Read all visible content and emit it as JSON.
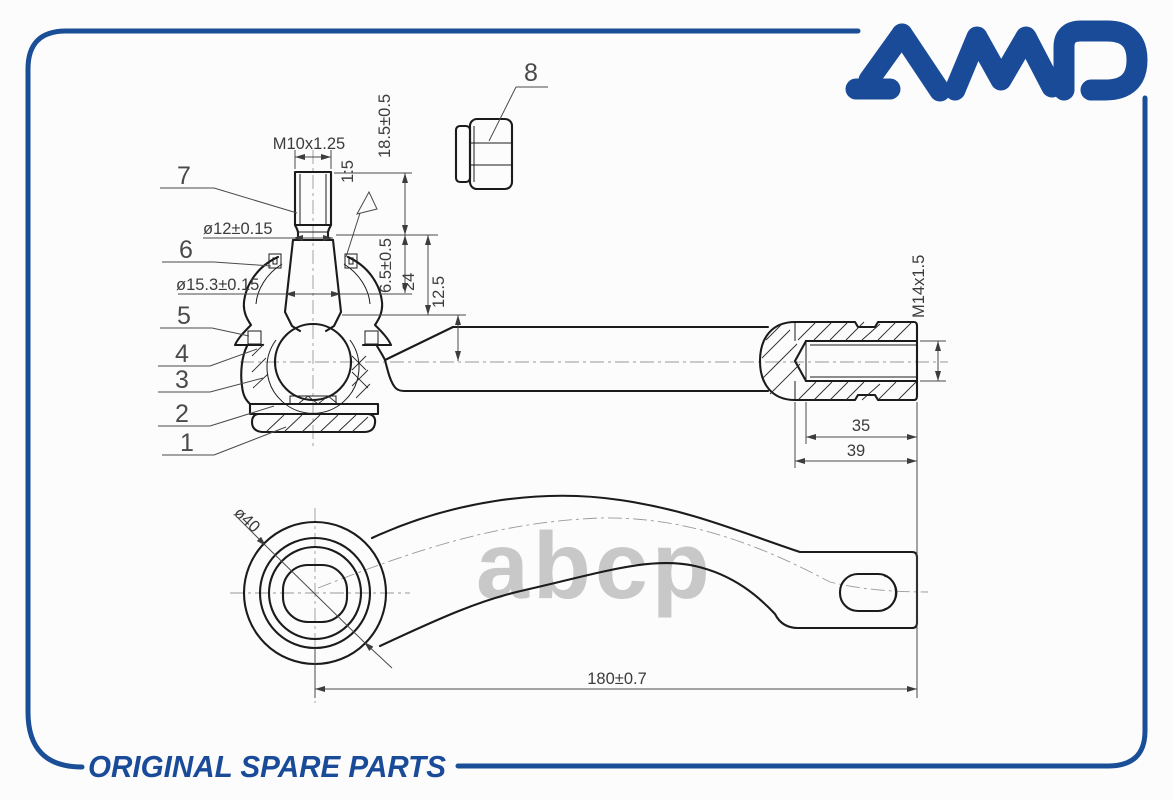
{
  "brand": {
    "logo_text": "AMD",
    "tagline": "ORIGINAL SPARE PARTS",
    "color": "#1a4b99"
  },
  "watermark": {
    "text": "abcp",
    "color": "#c8c8c8"
  },
  "part_numbers": [
    "1",
    "2",
    "3",
    "4",
    "5",
    "6",
    "7",
    "8"
  ],
  "dimensions": {
    "stud_thread": "M10x1.25",
    "thread_length": "18.5±0.5",
    "taper_ratio": "1:5",
    "upper_dia": "ø12±0.15",
    "collar_height": "6.5±0.5",
    "taper_length": "24",
    "axis_offset": "12.5",
    "lower_dia": "ø15.3±0.15",
    "housing_thread": "M14x1.5",
    "thread_depth": "35",
    "socket_length": "39",
    "eye_dia": "ø40",
    "overall_length": "180±0.7"
  }
}
